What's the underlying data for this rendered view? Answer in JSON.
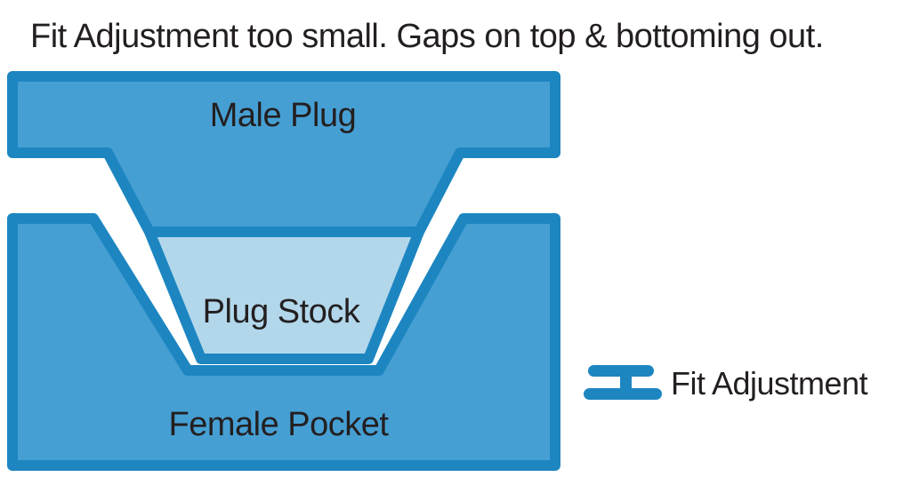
{
  "title": "Fit Adjustment too small. Gaps on top & bottoming out.",
  "diagram": {
    "male_plug_label": "Male Plug",
    "plug_stock_label": "Plug Stock",
    "female_pocket_label": "Female Pocket"
  },
  "legend": {
    "icon": "fit-adjustment-icon",
    "label": "Fit Adjustment"
  },
  "colors": {
    "shape_fill": "#469fd3",
    "plug_stock_fill": "#b2d7eb",
    "outline": "#1d86c1",
    "text": "#231f20",
    "background": "#ffffff"
  }
}
